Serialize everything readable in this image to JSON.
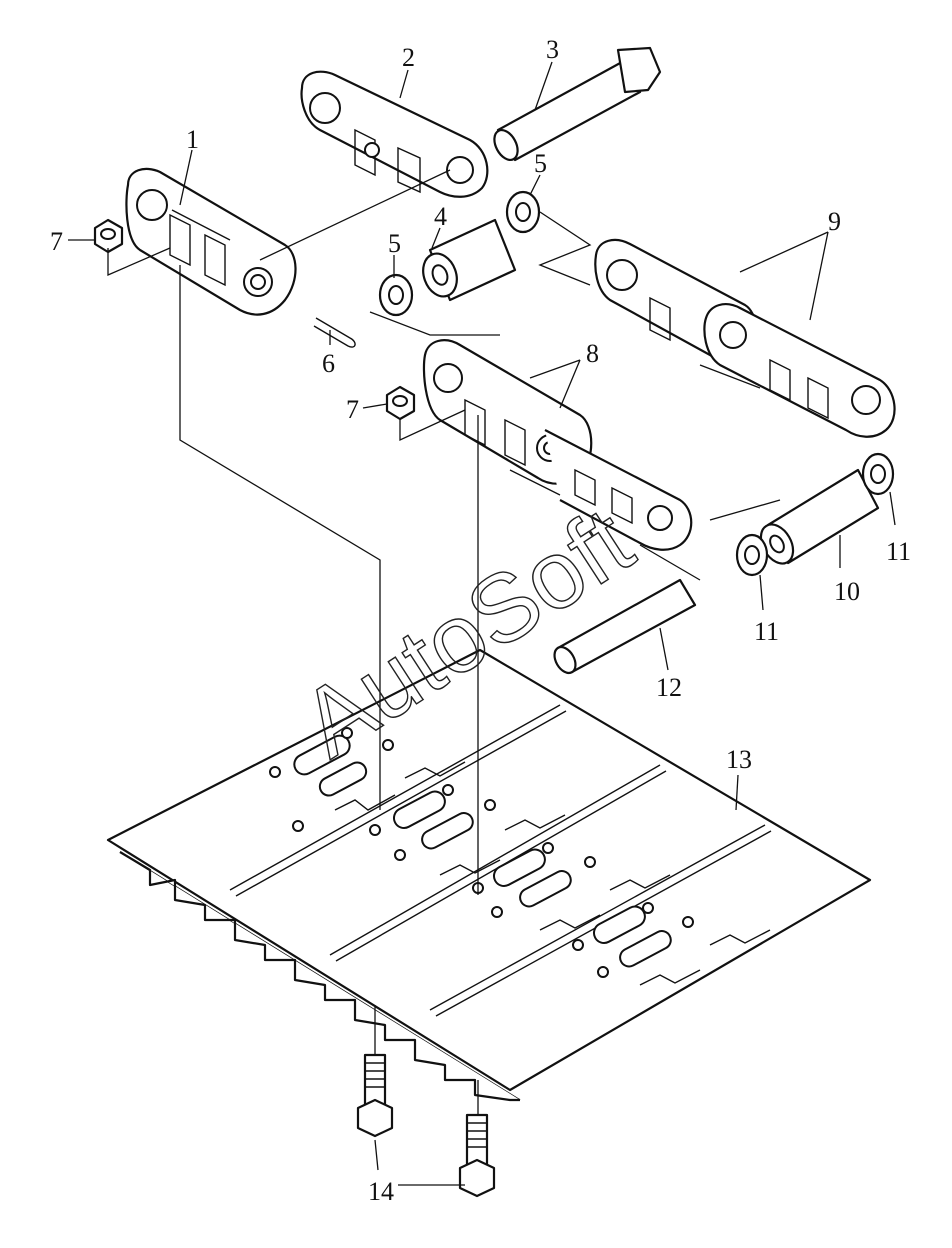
{
  "callouts": {
    "c1": "1",
    "c2": "2",
    "c3": "3",
    "c4": "4",
    "c5a": "5",
    "c5b": "5",
    "c6": "6",
    "c7a": "7",
    "c7b": "7",
    "c8": "8",
    "c9": "9",
    "c10": "10",
    "c11a": "11",
    "c11b": "11",
    "c12": "12",
    "c13": "13",
    "c14": "14"
  },
  "watermark": "AutoSoft",
  "colors": {
    "line": "#111111",
    "background": "#ffffff"
  }
}
